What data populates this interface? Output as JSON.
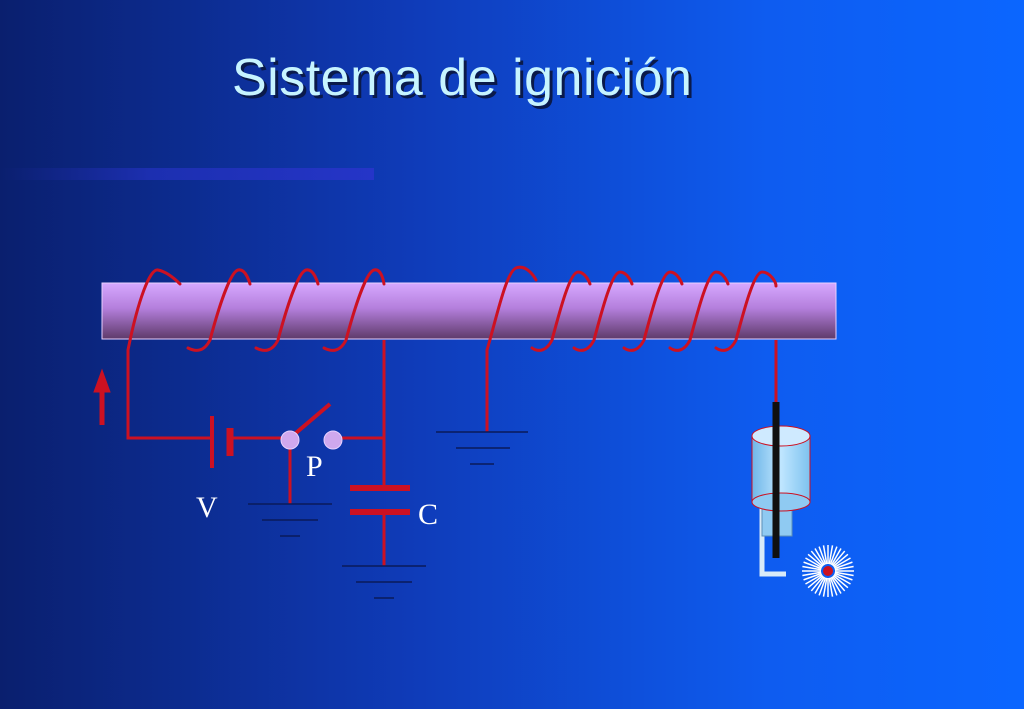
{
  "title": "Sistema de ignición",
  "labels": {
    "battery": "V",
    "switch": "P",
    "capacitor": "C"
  },
  "colors": {
    "wire": "#cc1122",
    "core": "#b07ad8",
    "title": "#c7f4ff",
    "plug": "#9fd6ff"
  },
  "icons": [
    "arrow-up-icon",
    "battery-symbol",
    "switch-symbol",
    "capacitor-symbol",
    "ground-symbol",
    "spark-plug-icon",
    "spark-icon"
  ]
}
